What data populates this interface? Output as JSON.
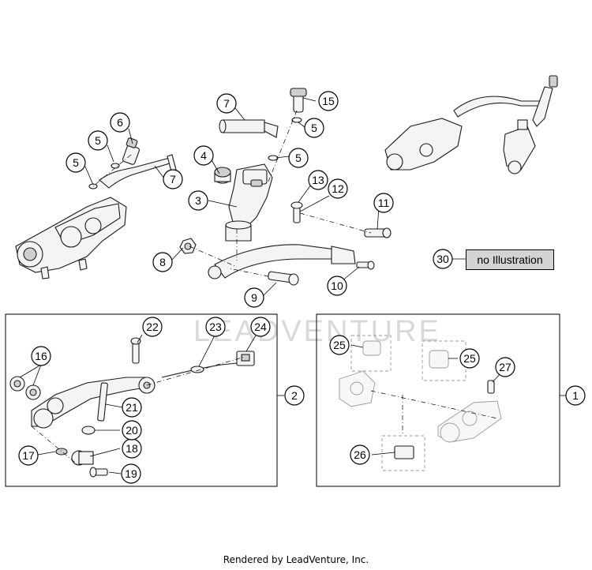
{
  "watermark": "LEADVENTURE",
  "footer": "Rendered by LeadVenture, Inc.",
  "no_illustration": {
    "number": "30",
    "label": "no Illustration"
  },
  "callouts": {
    "c1": "1",
    "c2": "2",
    "c3": "3",
    "c4": "4",
    "c5a": "5",
    "c5b": "5",
    "c5c": "5",
    "c5d": "5",
    "c6": "6",
    "c7a": "7",
    "c7b": "7",
    "c8": "8",
    "c9": "9",
    "c10": "10",
    "c11": "11",
    "c12": "12",
    "c13": "13",
    "c15": "15",
    "c16": "16",
    "c17": "17",
    "c18": "18",
    "c19": "19",
    "c20": "20",
    "c21": "21",
    "c22": "22",
    "c23": "23",
    "c24": "24",
    "c25a": "25",
    "c25b": "25",
    "c26": "26",
    "c27": "27"
  }
}
